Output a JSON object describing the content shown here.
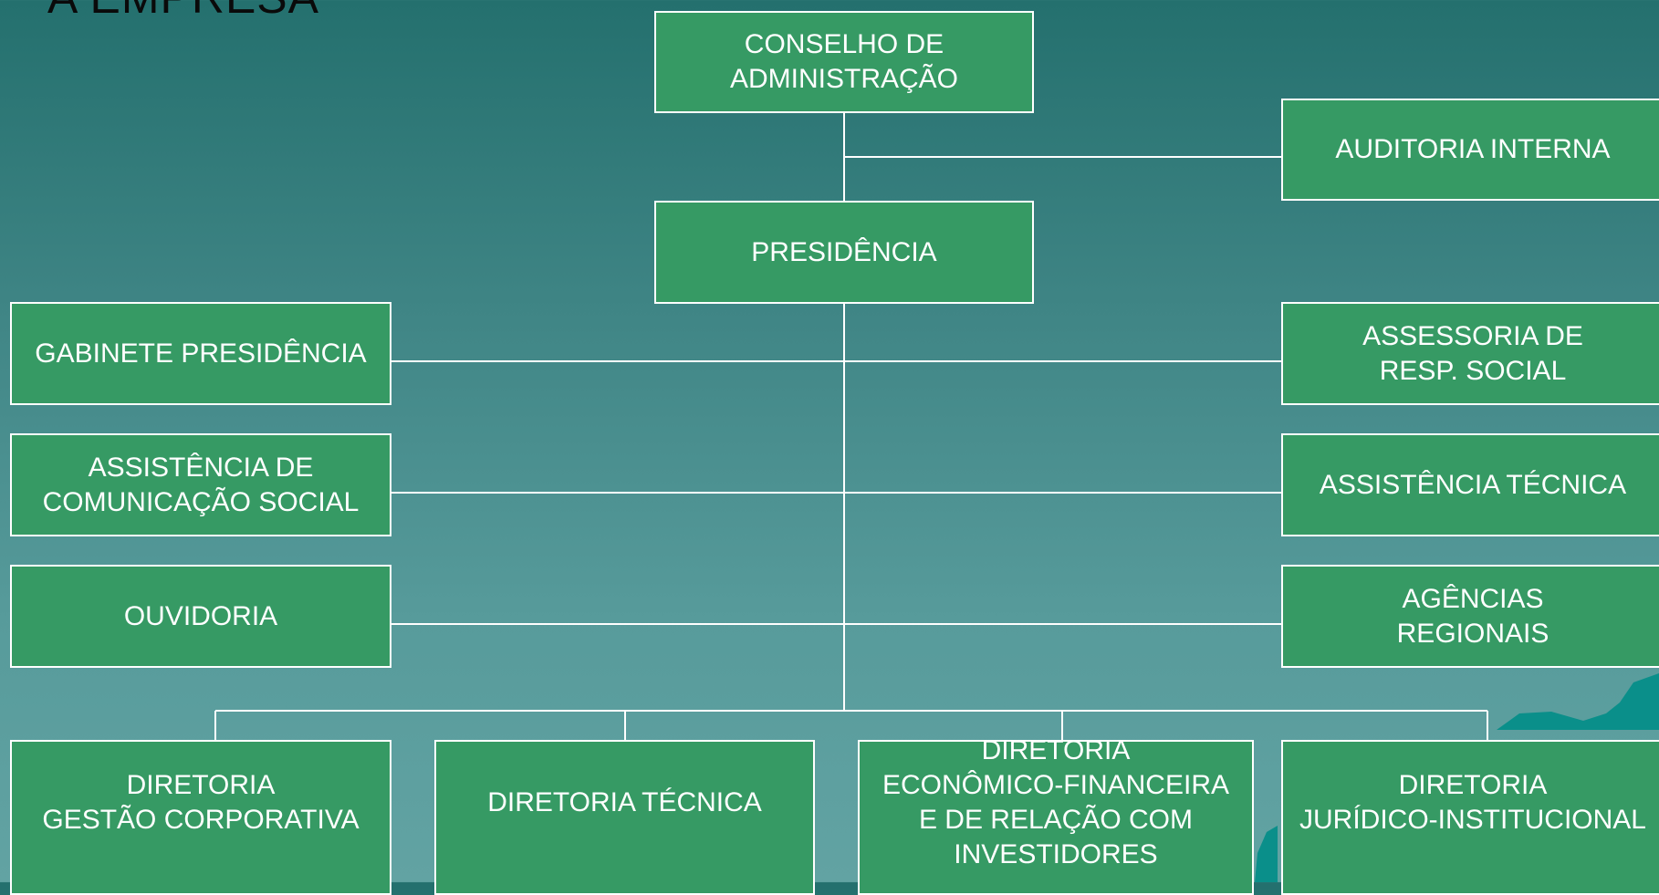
{
  "title": "A EMPRESA",
  "nodes": {
    "conselho": "CONSELHO DE\nADMINISTRAÇÃO",
    "auditoria": "AUDITORIA INTERNA",
    "presidencia": "PRESIDÊNCIA",
    "gabinete": "GABINETE PRESIDÊNCIA",
    "assessoria": "ASSESSORIA DE\nRESP. SOCIAL",
    "comunicacao": "ASSISTÊNCIA DE\nCOMUNICAÇÃO SOCIAL",
    "assistencia_tecnica": "ASSISTÊNCIA TÉCNICA",
    "ouvidoria": "OUVIDORIA",
    "agencias": "AGÊNCIAS\nREGIONAIS",
    "dir_gestao": "DIRETORIA\nGESTÃO CORPORATIVA",
    "dir_tecnica": "DIRETORIA TÉCNICA",
    "dir_economico": "DIRETORIA\nECONÔMICO-FINANCEIRA\nE DE RELAÇÃO COM\nINVESTIDORES",
    "dir_juridico": "DIRETORIA\nJURÍDICO-INSTITUCIONAL"
  },
  "colors": {
    "box_fill": "#369a64",
    "box_border": "#ffffff",
    "connector": "#ffffff",
    "background_top": "#24706e",
    "background_bottom": "#62a3a3"
  }
}
